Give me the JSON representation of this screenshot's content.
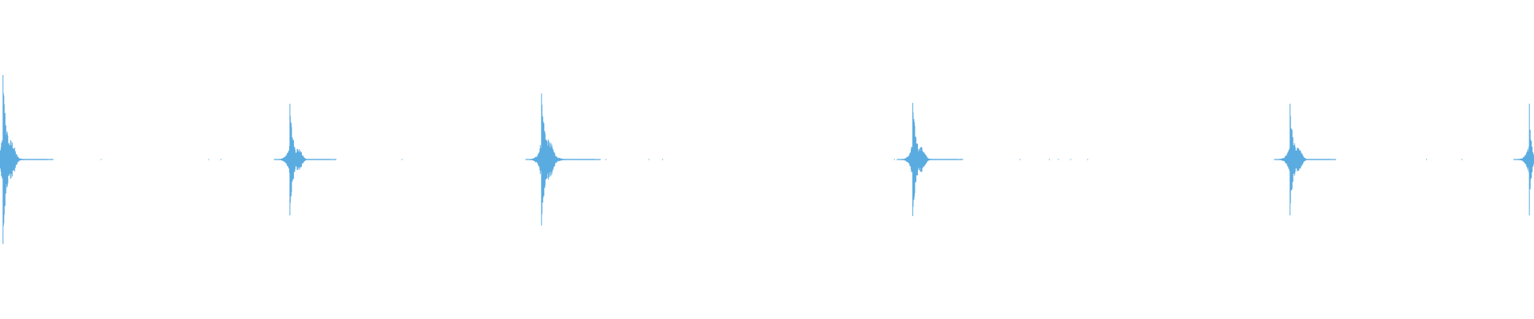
{
  "waveform": {
    "color": "#5aabe0",
    "background": "#ffffff",
    "transients": [
      {
        "time": 0.002,
        "peak": 1.0,
        "decay": 1.0
      },
      {
        "time": 0.189,
        "peak": 0.66,
        "decay": 0.9
      },
      {
        "time": 0.353,
        "peak": 0.78,
        "decay": 1.2
      },
      {
        "time": 0.595,
        "peak": 0.67,
        "decay": 1.0
      },
      {
        "time": 0.841,
        "peak": 0.66,
        "decay": 0.9
      },
      {
        "time": 0.997,
        "peak": 0.66,
        "decay": 0.5
      }
    ],
    "specks": [
      0.034,
      0.066,
      0.136,
      0.144,
      0.219,
      0.262,
      0.395,
      0.423,
      0.432,
      0.583,
      0.626,
      0.665,
      0.684,
      0.69,
      0.698,
      0.709,
      0.93,
      0.953
    ]
  }
}
